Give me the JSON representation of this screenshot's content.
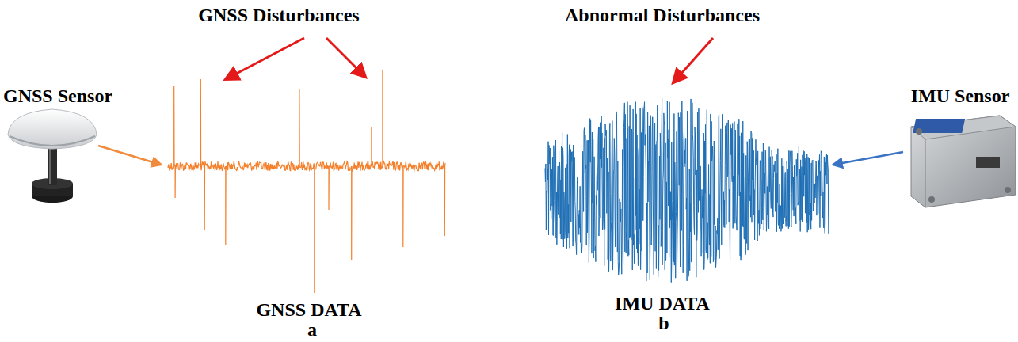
{
  "diagram": {
    "labels": [
      "GNSS Disturbances",
      "GNSS Sensor",
      "GNSS DATA",
      "a",
      "Abnormal Disturbances",
      "IMU DATA",
      "b",
      "IMU Sensor"
    ]
  }
}
